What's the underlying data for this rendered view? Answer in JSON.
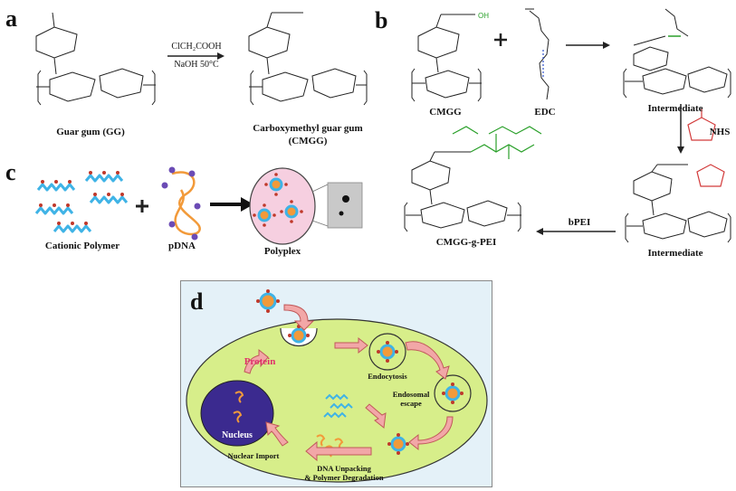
{
  "panel_a": {
    "letter": "a",
    "reagent_top": "ClCH₂COOH",
    "reagent_bottom": "NaOH  50°C",
    "left_label": "Guar gum (GG)",
    "right_label_line1": "Carboxymethyl guar gum",
    "right_label_line2": "(CMGG)"
  },
  "panel_b": {
    "letter": "b",
    "cmgg_label": "CMGG",
    "edc_label": "EDC",
    "intermediate1_label": "Intermediate",
    "nhs_label": "NHS",
    "intermediate2_label": "Intermediate",
    "bpei_label": "bPEI",
    "product_label": "CMGG-g-PEI"
  },
  "panel_c": {
    "letter": "c",
    "polymer_label": "Cationic Polymer",
    "dna_label": "pDNA",
    "polyplex_label": "Polyplex"
  },
  "panel_d": {
    "letter": "d",
    "protein_label": "Protein",
    "endocytosis_label": "Endocytosis",
    "endosomal_line1": "Endosomal",
    "endosomal_line2": "escape",
    "nucleus_label": "Nucleus",
    "nuclear_import_label": "Nuclear Import",
    "unpack_line1": "DNA Unpacking",
    "unpack_line2": "& Polymer Degradation"
  },
  "colors": {
    "cell": "#d7ee8a",
    "nucleus": "#3b2a8f",
    "polymer_wave": "#3fb3e6",
    "dna": "#f29a3a",
    "arrow_fill": "#f2a7a7",
    "polyplex_disc": "#f6cfe0",
    "protein_text": "#e0306a"
  }
}
